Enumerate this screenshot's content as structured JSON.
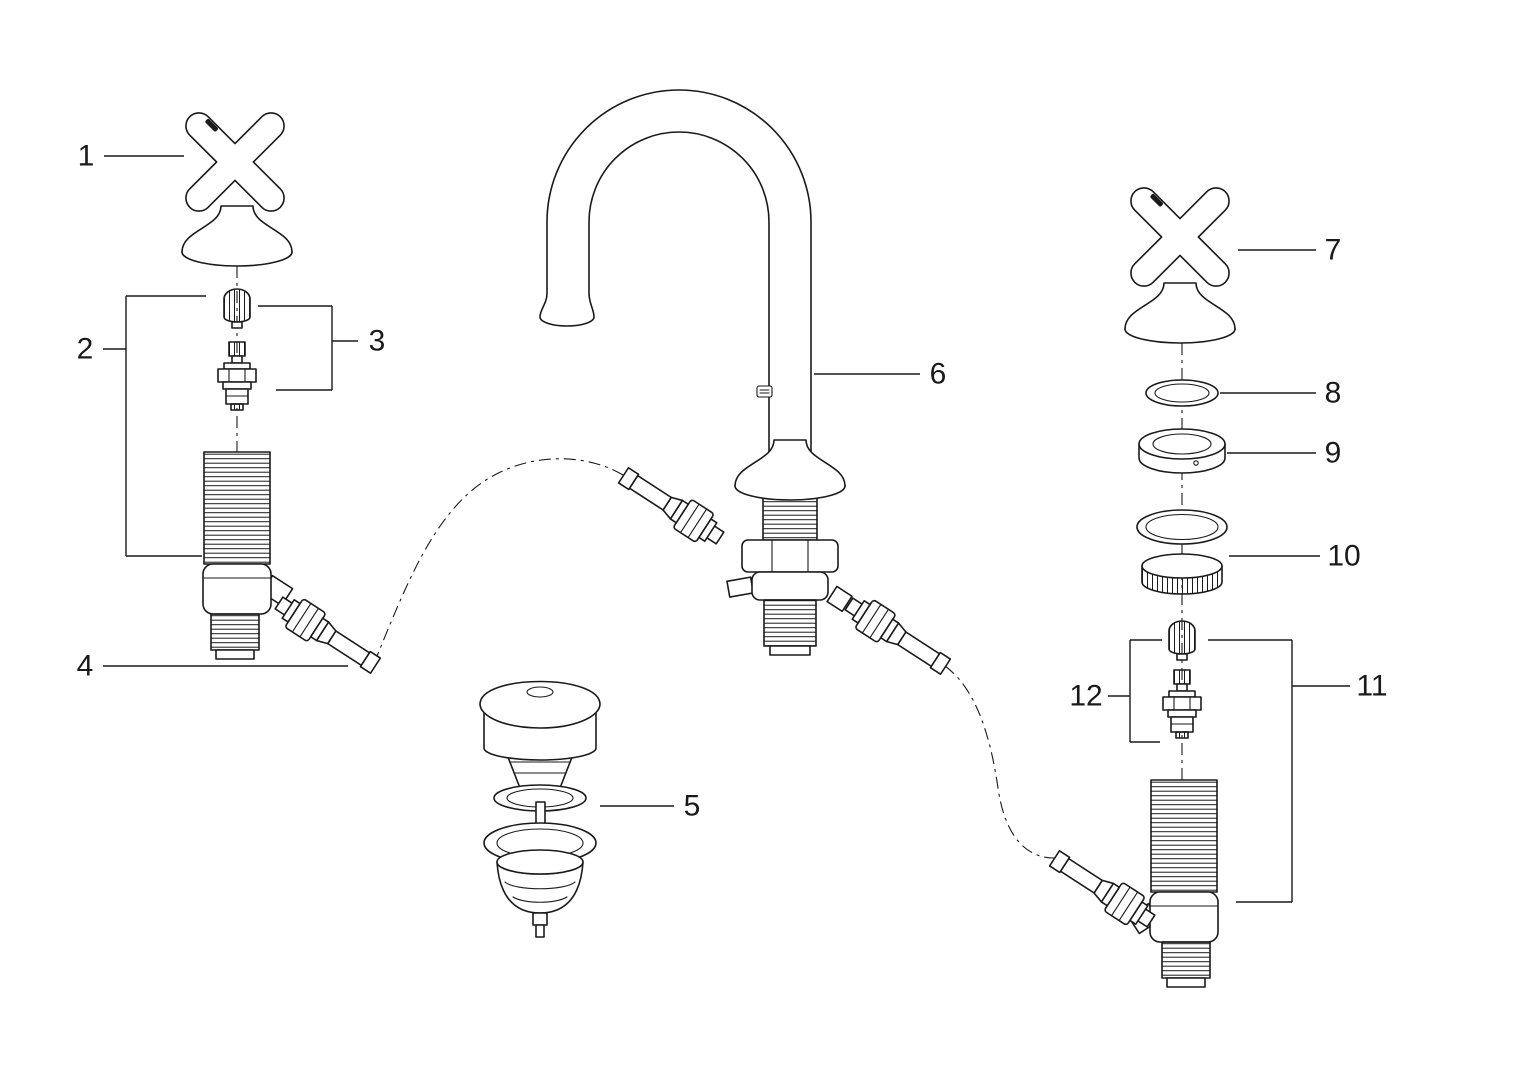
{
  "diagram": {
    "type": "exploded-parts-diagram",
    "subject": "three-hole basin faucet exploded view",
    "colors": {
      "line": "#1a1a1a",
      "background": "#ffffff"
    },
    "parts": [
      {
        "num": "1",
        "name": "cross-handle-left"
      },
      {
        "num": "2",
        "name": "valve-unit-left"
      },
      {
        "num": "3",
        "name": "cartridge-left"
      },
      {
        "num": "4",
        "name": "valve-body-hose-left"
      },
      {
        "num": "5",
        "name": "pop-up-drain"
      },
      {
        "num": "6",
        "name": "spout"
      },
      {
        "num": "7",
        "name": "cross-handle-right"
      },
      {
        "num": "8",
        "name": "seal-ring"
      },
      {
        "num": "9",
        "name": "mounting-nut"
      },
      {
        "num": "10",
        "name": "base-ring-flange"
      },
      {
        "num": "11",
        "name": "valve-unit-right"
      },
      {
        "num": "12",
        "name": "cartridge-right"
      }
    ]
  }
}
